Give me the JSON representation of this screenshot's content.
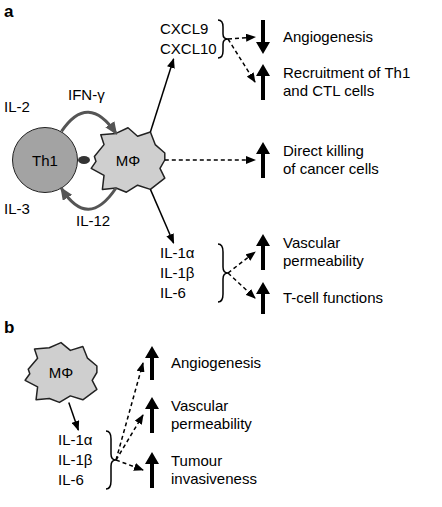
{
  "diagram": {
    "nodes": [
      {
        "text": [
          "Th1"
        ]
      },
      {
        "text": [
          "MΦ"
        ]
      },
      {
        "text": [
          "CXCL9",
          "CXCL10"
        ]
      },
      {
        "text": [
          "Angiogenesis"
        ]
      },
      {
        "text": [
          "Recruitment of Th1 and CTL cells"
        ]
      },
      {
        "text": [
          "Direct killing of cancer cells"
        ]
      },
      {
        "text": [
          "IL-1α",
          "IL-1β",
          "IL-6"
        ]
      },
      {
        "text": [
          "Vascular permeability"
        ]
      },
      {
        "text": [
          "T-cell functions"
        ]
      },
      {
        "text": [
          "MΦ"
        ]
      },
      {
        "text": [
          "IL-1α",
          "IL-1β",
          "IL-6"
        ]
      },
      {
        "text": [
          "Angiogenesis"
        ]
      },
      {
        "text": [
          "Vascular permeability"
        ]
      },
      {
        "text": [
          "Tumour invasiveness"
        ]
      }
    ],
    "edges": [
      {
        "from": 0,
        "to": 1,
        "arrow": "to",
        "label": "IFN-γ"
      },
      {
        "from": 1,
        "to": 0,
        "arrow": "to",
        "label": "IL-12"
      },
      {
        "from": 1,
        "to": 2,
        "arrow": "to"
      },
      {
        "from": 2,
        "to": 3,
        "arrow": "to"
      },
      {
        "from": 2,
        "to": 4,
        "arrow": "to"
      },
      {
        "from": 1,
        "to": 5,
        "arrow": "to"
      },
      {
        "from": 1,
        "to": 6,
        "arrow": "to"
      },
      {
        "from": 6,
        "to": 7,
        "arrow": "to"
      },
      {
        "from": 6,
        "to": 8,
        "arrow": "to"
      },
      {
        "from": 9,
        "to": 10,
        "arrow": "to"
      },
      {
        "from": 10,
        "to": 11,
        "arrow": "to"
      },
      {
        "from": 10,
        "to": 12,
        "arrow": "to"
      },
      {
        "from": 10,
        "to": 13,
        "arrow": "to"
      }
    ],
    "labels": [
      "a",
      "IL-2",
      "IL-3",
      "b"
    ]
  }
}
